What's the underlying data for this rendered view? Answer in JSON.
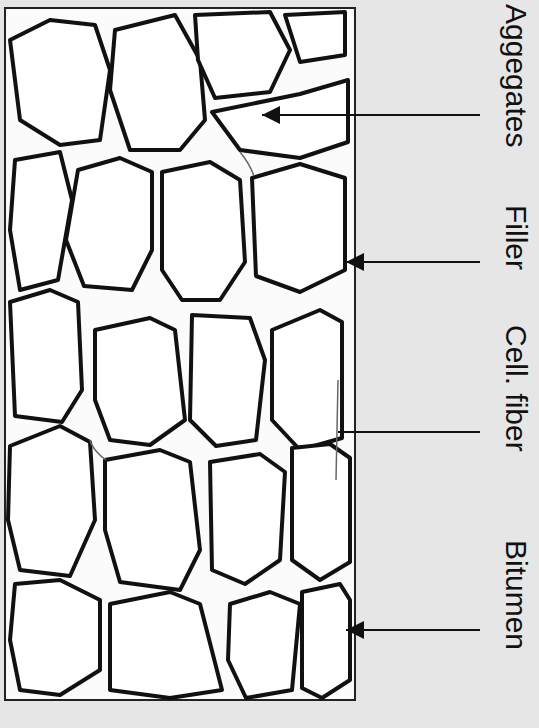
{
  "diagram": {
    "labels": [
      "Aggegates",
      "Filler",
      "Cell. fiber",
      "Bitumen"
    ]
  }
}
